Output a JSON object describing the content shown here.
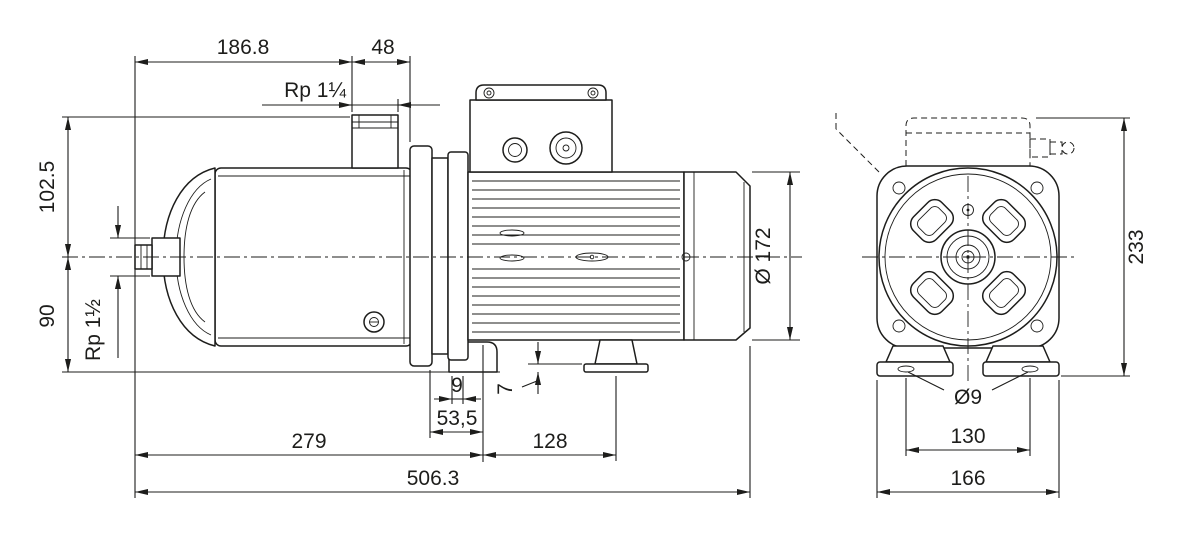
{
  "drawing_type": "pump dimensional technical drawing",
  "colors": {
    "line": "#1d1d1b",
    "text": "#1d1d1b",
    "background": "#ffffff"
  },
  "side_view": {
    "dims": {
      "d186_8": "186.8",
      "d48": "48",
      "rp_top": "Rp 1¼",
      "d102_5": "102.5",
      "d90": "90",
      "rp_suction": "Rp 1½",
      "dia172": "Ø 172",
      "d9": "9",
      "d7": "7",
      "d53_5": "53,5",
      "d279": "279",
      "d128": "128",
      "d506_3": "506.3"
    }
  },
  "front_view": {
    "dims": {
      "d233": "233",
      "dia9": "Ø9",
      "d130": "130",
      "d166": "166"
    }
  }
}
